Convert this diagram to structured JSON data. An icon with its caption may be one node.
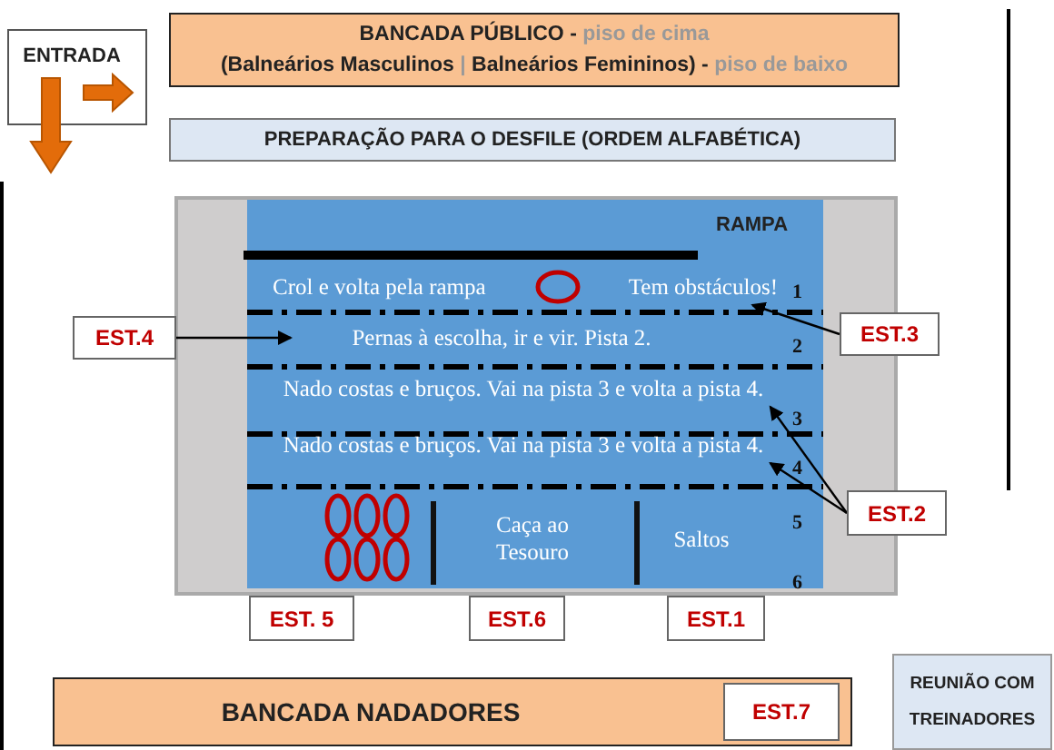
{
  "diagram": {
    "nodes": [
      {
        "text": [
          "ENTRADA"
        ]
      },
      {
        "text": [
          "**BANCADA PÚBLICO -** piso de cima",
          "**(Balneários Masculinos** | **Balneários Femininos) -** piso de baixo"
        ]
      },
      {
        "text": [
          "PREPARAÇÃO PARA O DESFILE (ORDEM ALFABÉTICA)"
        ]
      },
      {
        "text": [
          "RAMPA"
        ]
      },
      {
        "text": [
          "Crol e volta pela rampa",
          "Tem obstáculos!"
        ],
        "in": 3
      },
      {
        "text": [
          "Pernas à escolha, ir e vir. Pista 2."
        ],
        "in": 3
      },
      {
        "text": [
          "Nado costas e bruços. Vai na pista 3 e volta a pista 4."
        ],
        "in": 3
      },
      {
        "text": [
          "Nado costas e bruços. Vai na pista 3 e volta a pista 4."
        ],
        "in": 3
      },
      {
        "text": [
          "Caça ao Tesouro"
        ],
        "in": 3
      },
      {
        "text": [
          "Saltos"
        ],
        "in": 3
      },
      {
        "text": [
          "EST.4"
        ]
      },
      {
        "text": [
          "EST.3"
        ]
      },
      {
        "text": [
          "EST.2"
        ]
      },
      {
        "text": [
          "EST. 5"
        ]
      },
      {
        "text": [
          "EST.6"
        ]
      },
      {
        "text": [
          "EST.1"
        ]
      },
      {
        "text": [
          "BANCADA NADADORES"
        ]
      },
      {
        "text": [
          "EST.7"
        ],
        "in": 16
      },
      {
        "text": [
          "REUNIÃO COM TREINADORES"
        ]
      }
    ],
    "edges": [
      {
        "from": 10,
        "to": 5,
        "arrow": "to"
      },
      {
        "from": 11,
        "to": 4,
        "arrow": "to"
      },
      {
        "from": 12,
        "to": 6,
        "arrow": "to"
      },
      {
        "from": 12,
        "to": 7,
        "arrow": "to"
      }
    ],
    "labels": [
      "1",
      "2",
      "3",
      "4",
      "5",
      "6"
    ]
  }
}
